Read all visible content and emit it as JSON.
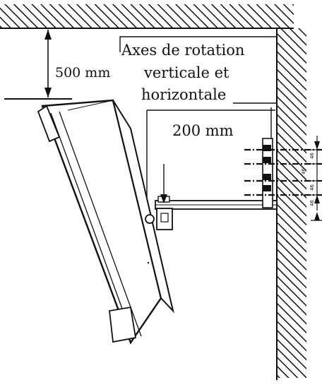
{
  "labels": {
    "dim_vertical": "500 mm",
    "rotation_line1": "Axes de rotation",
    "rotation_line2": "verticale et",
    "rotation_line3": "horizontale",
    "dim_horizontal": "200 mm",
    "spacing_a": "46",
    "spacing_b": "46",
    "spacing_c": "46",
    "spacing_d": "46"
  },
  "colors": {
    "ink": "#111111",
    "paper": "#ffffff"
  }
}
